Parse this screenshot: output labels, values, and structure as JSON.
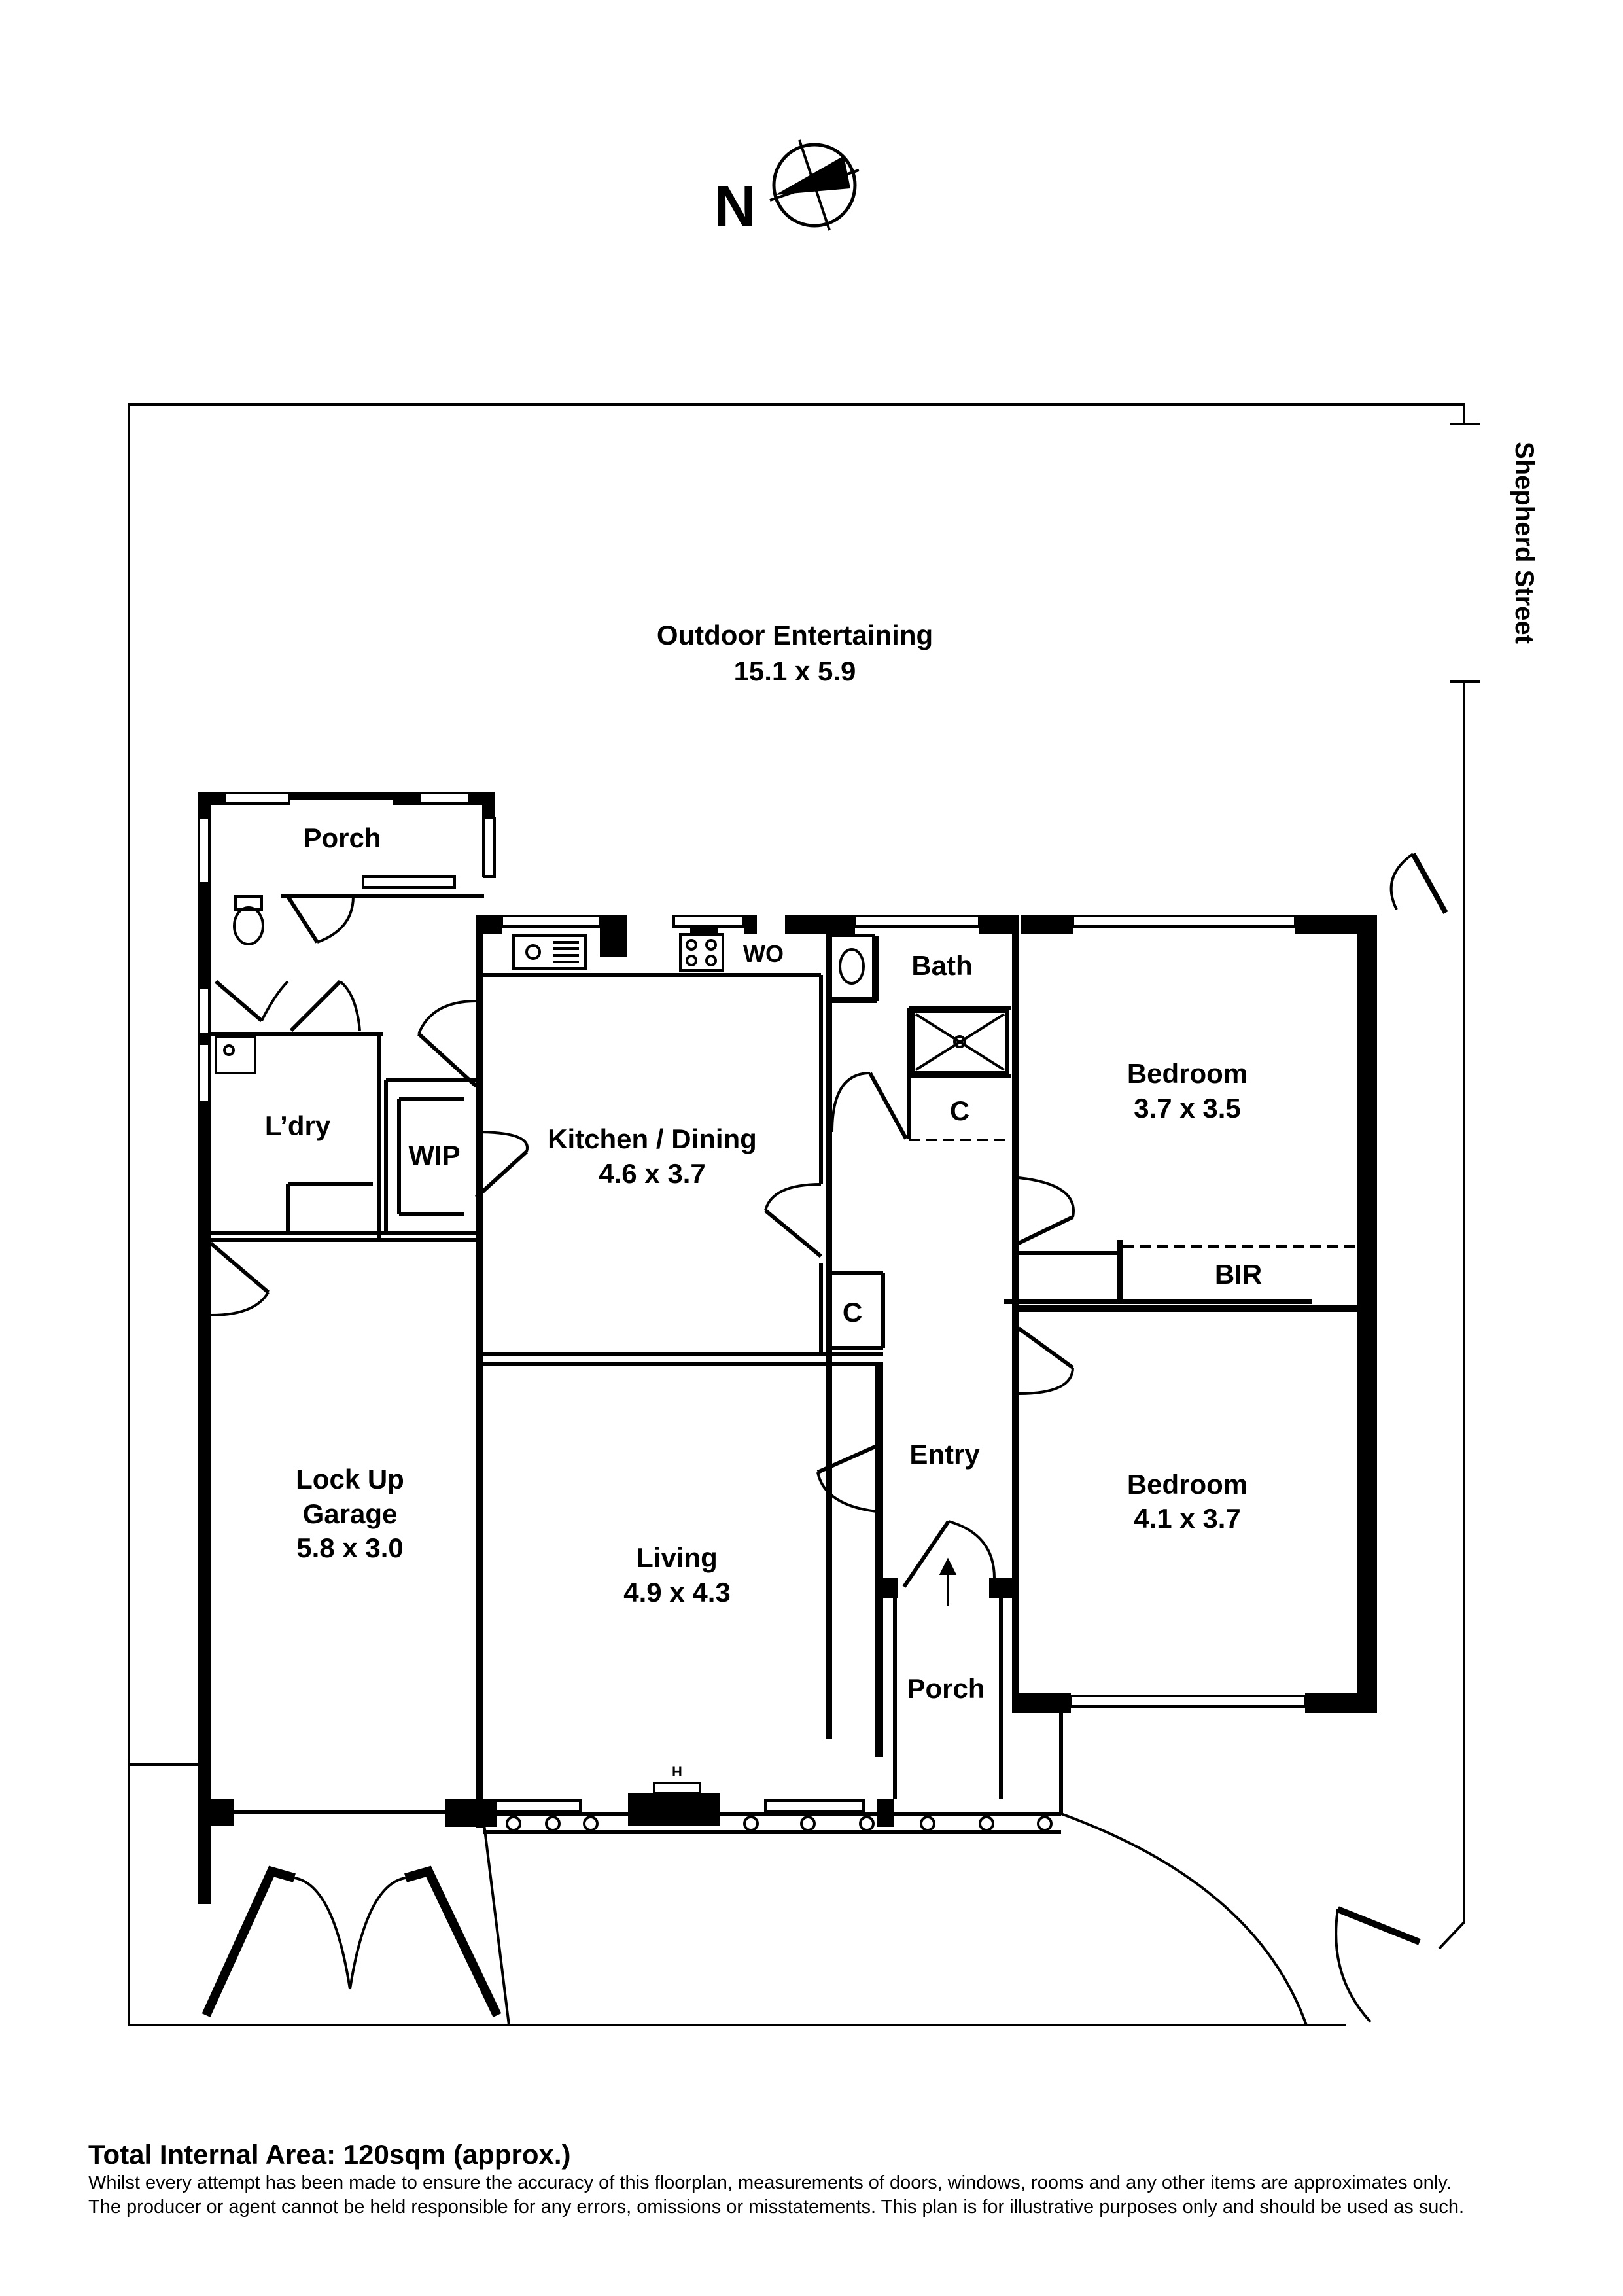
{
  "north_label": "N",
  "street_label": "Shepherd Street",
  "rooms": {
    "outdoor": {
      "name": "Outdoor Entertaining",
      "dims": "15.1 x 5.9"
    },
    "porch_rear": {
      "name": "Porch"
    },
    "laundry": {
      "name": "L’dry"
    },
    "wip": {
      "name": "WIP"
    },
    "kitchen": {
      "name": "Kitchen / Dining",
      "dims": "4.6 x 3.7"
    },
    "wo": {
      "name": "WO"
    },
    "bath": {
      "name": "Bath"
    },
    "cupboard_bath": {
      "name": "C"
    },
    "cupboard_hall": {
      "name": "C"
    },
    "bedroom1": {
      "name": "Bedroom",
      "dims": "3.7 x 3.5"
    },
    "bir": {
      "name": "BIR"
    },
    "bedroom2": {
      "name": "Bedroom",
      "dims": "4.1 x 3.7"
    },
    "entry": {
      "name": "Entry"
    },
    "porch_front": {
      "name": "Porch"
    },
    "garage": {
      "name_line1": "Lock Up",
      "name_line2": "Garage",
      "dims": "5.8 x 3.0"
    },
    "living": {
      "name": "Living",
      "dims": "4.9 x 4.3"
    },
    "heater": {
      "name": "H"
    }
  },
  "footer": {
    "total": "Total Internal Area: 120sqm (approx.)",
    "disclaimer_line1": "Whilst every attempt has been made to ensure the accuracy of this floorplan, measurements of doors, windows, rooms and any other items are approximates only.",
    "disclaimer_line2": "The producer or agent cannot be held responsible for any errors, omissions or misstatements. This plan is for illustrative purposes only and should be used as such."
  }
}
